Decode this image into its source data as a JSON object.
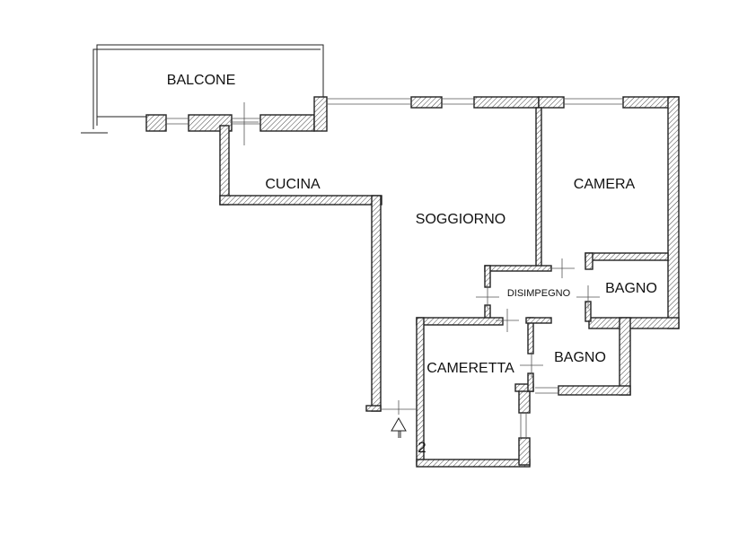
{
  "rooms": {
    "balcone": "BALCONE",
    "cucina": "CUCINA",
    "soggiorno": "SOGGIORNO",
    "camera": "CAMERA",
    "disimpegno": "DISIMPEGNO",
    "bagno_1": "BAGNO",
    "cameretta": "CAMERETTA",
    "bagno_2": "BAGNO"
  },
  "entrance_marker": "2",
  "icons": {
    "entrance": "entrance-arrow-icon"
  }
}
